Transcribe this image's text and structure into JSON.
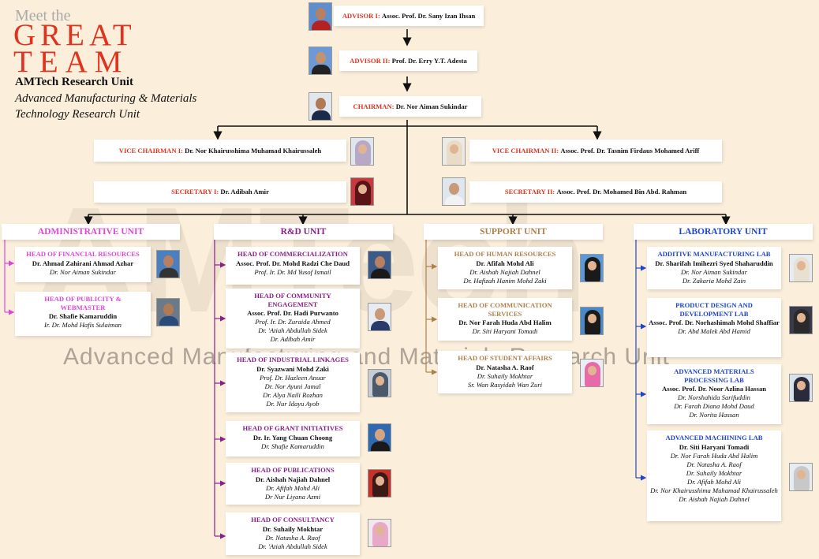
{
  "header": {
    "meet": "Meet the",
    "great": "GREAT",
    "team": "TEAM",
    "unit_name": "AMTech Research Unit",
    "unit_sub_1": "Advanced Manufacturing & Materials",
    "unit_sub_2": "Technology Research Unit"
  },
  "watermark": {
    "logo": "AMTech",
    "text": "Advanced Manufacturing and Materials Research Unit"
  },
  "top": {
    "advisor1": {
      "role": "ADVISOR I:",
      "name": "Assoc. Prof. Dr. Sany Izan Ihsan"
    },
    "advisor2": {
      "role": "ADVISOR II:",
      "name": "Prof. Dr. Erry Y.T. Adesta"
    },
    "chairman": {
      "role": "CHAIRMAN:",
      "name": "Dr. Nor Aiman Sukindar"
    },
    "vice1": {
      "role": "VICE CHAIRMAN I:",
      "name": "Dr. Nor Khairusshima Muhamad Khairussaleh"
    },
    "vice2": {
      "role": "VICE CHAIRMAN II:",
      "name": "Assoc. Prof. Dr. Tasnim Firdaus Mohamed Ariff"
    },
    "sec1": {
      "role": "SECRETARY I:",
      "name": "Dr. Adibah Amir"
    },
    "sec2": {
      "role": "SECRETARY II:",
      "name": "Assoc. Prof. Dr. Mohamed Bin Abd. Rahman"
    }
  },
  "units": {
    "admin": {
      "title": "ADMINISTRATIVE UNIT",
      "items": [
        {
          "role": "HEAD OF FINANCIAL RESOURCES",
          "head": "Dr. Ahmad Zahirani Ahmad Azhar",
          "members": [
            "Dr. Nor Aiman Sukindar"
          ]
        },
        {
          "role": "HEAD OF PUBLICITY & WEBMASTER",
          "head": "Dr. Shafie Kamaruddin",
          "members": [
            "Ir. Dr. Mohd Hafis Sulaiman"
          ]
        }
      ]
    },
    "rnd": {
      "title": "R&D UNIT",
      "items": [
        {
          "role": "HEAD OF COMMERCIALIZATION",
          "head": "Assoc. Prof. Dr. Mohd Radzi Che Daud",
          "members": [
            "Prof. Ir. Dr. Md Yusof Ismail"
          ]
        },
        {
          "role": "HEAD OF COMMUNITY ENGAGEMENT",
          "head": "Assoc. Prof. Dr. Hadi Purwanto",
          "members": [
            "Prof. Ir. Dr. Zuraida Ahmed",
            "Dr. 'Atiah Abdullah Sidek",
            "Dr. Adibah Amir"
          ]
        },
        {
          "role": "HEAD OF INDUSTRIAL LINKAGES",
          "head": "Dr. Syazwani Mohd Zaki",
          "members": [
            "Prof. Dr. Hazleen Anuar",
            "Dr. Nor Ayuni Jamal",
            "Dr. Alya Naili Rozhan",
            "Dr. Nur Idayu Ayob"
          ]
        },
        {
          "role": "HEAD OF GRANT INITIATIVES",
          "head": "Dr. Ir. Yang Chuan Choong",
          "members": [
            "Dr. Shafie Kamaruddin"
          ]
        },
        {
          "role": "HEAD OF PUBLICATIONS",
          "head": "Dr. Aishah Najiah Dahnel",
          "members": [
            "Dr. Afifah Mohd Ali",
            "Dr Nur Liyana Azmi"
          ]
        },
        {
          "role": "HEAD OF CONSULTANCY",
          "head": "Dr. Suhaily Mokhtar",
          "members": [
            "Dr. Natasha A. Raof",
            "Dr. 'Atiah Abdullah Sidek"
          ]
        }
      ]
    },
    "support": {
      "title": "SUPPORT UNIT",
      "items": [
        {
          "role": "HEAD OF HUMAN RESOURCES",
          "head": "Dr. Afifah Mohd Ali",
          "members": [
            "Dr. Aishah Najiah Dahnel",
            "Dr. Hafizah Hanim Mohd Zaki"
          ]
        },
        {
          "role": "HEAD OF COMMUNICATION SERVICES",
          "head": "Dr. Nor Farah Huda Abd Halim",
          "members": [
            "Dr. Siti Haryani Tomadi"
          ]
        },
        {
          "role": "HEAD OF STUDENT AFFAIRS",
          "head": "Dr. Natasha A. Raof",
          "members": [
            "Dr. Suhaily Mokhtar",
            "Sr. Wan Rasyidah Wan Zuri"
          ]
        }
      ]
    },
    "lab": {
      "title": "LABORATORY UNIT",
      "items": [
        {
          "role": "ADDITIVE MANUFACTURING LAB",
          "head": "Dr. Sharifah Imihezri Syed Shaharuddin",
          "members": [
            "Dr. Nor Aiman Sukindar",
            "Dr. Zakaria Mohd Zain"
          ]
        },
        {
          "role": "PRODUCT DESIGN AND DEVELOPMENT LAB",
          "head": "Assoc. Prof. Dr. Norhashimah Mohd Shaffiar",
          "members": [
            "Dr. Abd Malek Abd Hamid"
          ]
        },
        {
          "role": "ADVANCED MATERIALS PROCESSING LAB",
          "head": "Assoc. Prof. Dr. Noor Azlina Hassan",
          "members": [
            "Dr. Norshahida Sarifuddin",
            "Dr. Farah Diana Mohd Daud",
            "Dr. Norita Hassan"
          ]
        },
        {
          "role": "ADVANCED MACHINING LAB",
          "head": "Dr. Siti Haryani Tomadi",
          "members": [
            "Dr. Nor Farah Huda Abd Halim",
            "Dr. Natasha A. Raof",
            "Dr. Suhaily Mokhtar",
            "Dr. Afifah Mohd Ali",
            "Dr. Nor Khairusshima Muhamad Khairussaleh",
            "Dr. Aishah Najiah Dahnel"
          ]
        }
      ]
    }
  },
  "colors": {
    "red": "#e0331e",
    "admin": "#e046d6",
    "rnd": "#8a1e8a",
    "support": "#b0804a",
    "lab": "#1f46c8"
  }
}
